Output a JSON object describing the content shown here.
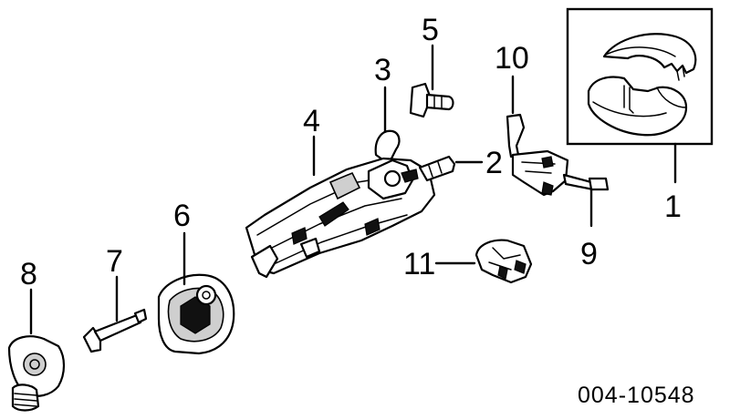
{
  "callouts": {
    "c1": "1",
    "c2": "2",
    "c3": "3",
    "c4": "4",
    "c5": "5",
    "c6": "6",
    "c7": "7",
    "c8": "8",
    "c9": "9",
    "c10": "10",
    "c11": "11"
  },
  "part_number": "004-10548"
}
